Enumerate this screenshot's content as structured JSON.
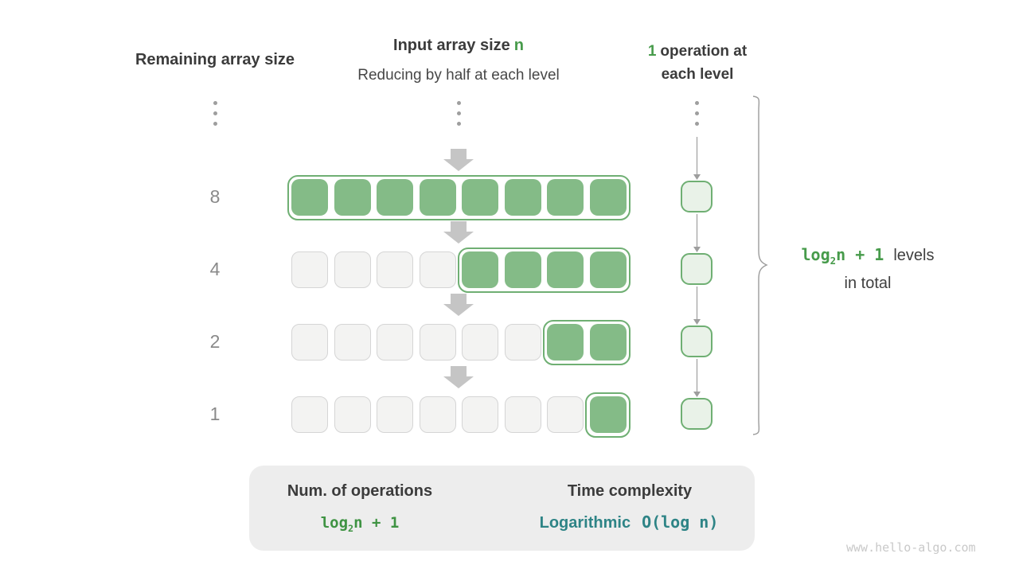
{
  "headers": {
    "left": "Remaining array size",
    "center": {
      "title": "Input array size",
      "title_var": "n",
      "subtitle": "Reducing by half at each level"
    },
    "right": {
      "num": "1",
      "line1": "operation at",
      "line2": "each level"
    }
  },
  "rows": [
    {
      "label": "8",
      "gray": 0,
      "green": 8
    },
    {
      "label": "4",
      "gray": 4,
      "green": 4
    },
    {
      "label": "2",
      "gray": 6,
      "green": 2
    },
    {
      "label": "1",
      "gray": 7,
      "green": 1
    }
  ],
  "levels_annotation": {
    "formula_log": "log",
    "formula_sub": "2",
    "formula_rest": "n + 1",
    "suffix_line1": "levels",
    "suffix_line2": "in total"
  },
  "summary": {
    "operations_title": "Num. of operations",
    "operations_log": "log",
    "operations_sub": "2",
    "operations_rest": "n + 1",
    "complexity_title": "Time complexity",
    "complexity_name": "Logarithmic",
    "complexity_value": "O(log n)"
  },
  "watermark": "www.hello-algo.com",
  "colors": {
    "green_cell": "#84BB87",
    "green_border": "#6FAF73",
    "op_fill": "#E9F2E8",
    "gray_cell": "#F3F3F2",
    "gray_border": "#D5D5D5",
    "text_dark": "#3B3B3B",
    "text_gray": "#8A8A8A",
    "green_text": "#479B4B",
    "teal_text": "#2E8486",
    "arrow_gray": "#C5C5C5",
    "thin_arrow": "#9E9E9E",
    "summary_bg": "#EDEDED",
    "watermark_color": "#C9C9C9"
  }
}
